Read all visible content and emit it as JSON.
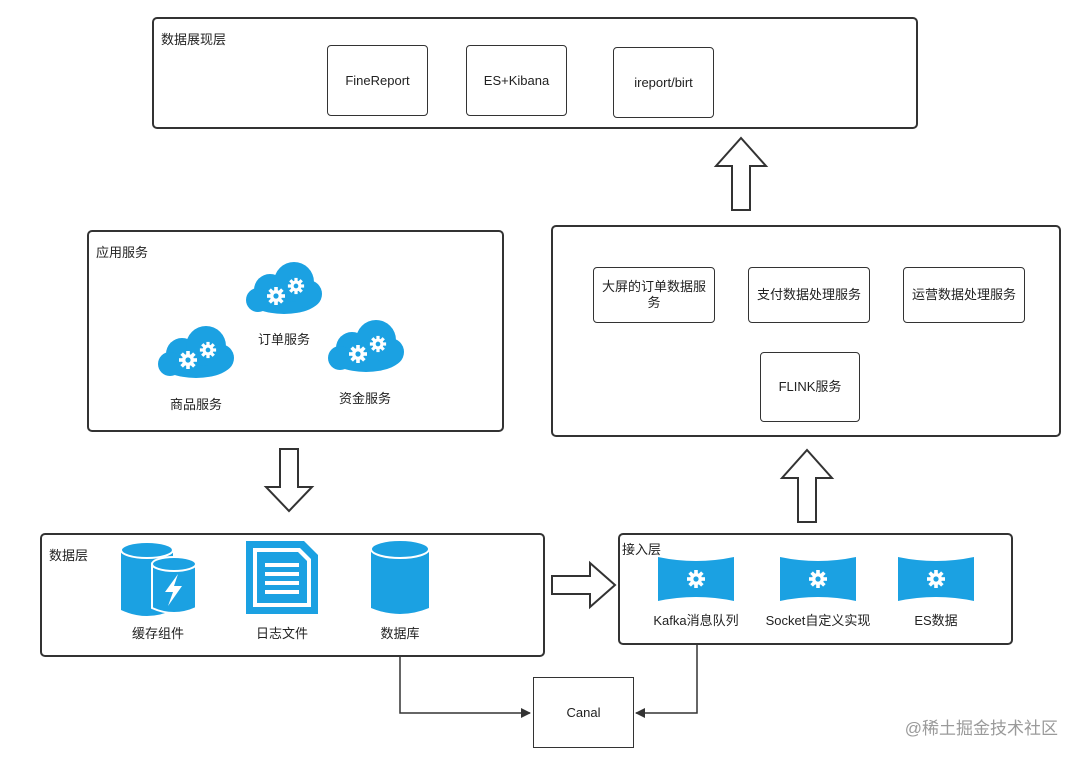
{
  "presentation_layer": {
    "title": "数据展现层",
    "tools": [
      "FineReport",
      "ES+Kibana",
      "ireport/birt"
    ]
  },
  "app_services": {
    "title": "应用服务",
    "services": [
      "订单服务",
      "商品服务",
      "资金服务"
    ]
  },
  "flink_layer": {
    "outputs": [
      "大屏的订单数据服务",
      "支付数据处理服务",
      "运营数据处理服务"
    ],
    "core": "FLINK服务"
  },
  "data_layer": {
    "title": "数据层",
    "items": [
      "缓存组件",
      "日志文件",
      "数据库"
    ]
  },
  "ingest_layer": {
    "title": "接入层",
    "items": [
      "Kafka消息队列",
      "Socket自定义实现",
      "ES数据"
    ]
  },
  "canal": "Canal",
  "watermark": "@稀土掘金技术社区",
  "colors": {
    "accent": "#1ba1e2",
    "border": "#333333"
  }
}
